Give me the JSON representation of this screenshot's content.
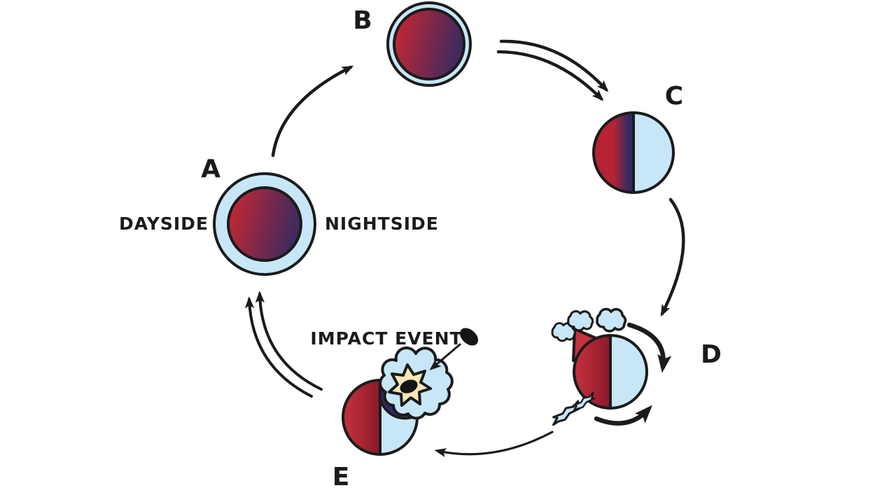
{
  "diagram": {
    "stages": {
      "a": {
        "label": "A"
      },
      "b": {
        "label": "B"
      },
      "c": {
        "label": "C"
      },
      "d": {
        "label": "D"
      },
      "e": {
        "label": "E"
      }
    },
    "annotations": {
      "dayside": "DAYSIDE",
      "nightside": "NIGHTSIDE",
      "impact_event": "IMPACT EVENT"
    }
  },
  "colors": {
    "background": "#ffffff",
    "outline": "#1b1b1b",
    "ink_black": "#151515",
    "atmosphere_blue": "#c7e7f8",
    "dayside_red": "#c22733",
    "nightside_navy": "#332a62",
    "magma_red_light": "#c5323e",
    "magma_red_mid": "#a72433",
    "magma_red_dark": "#871a2a",
    "crust_red": "#b52334",
    "impact_cream": "#f9e6b8"
  }
}
